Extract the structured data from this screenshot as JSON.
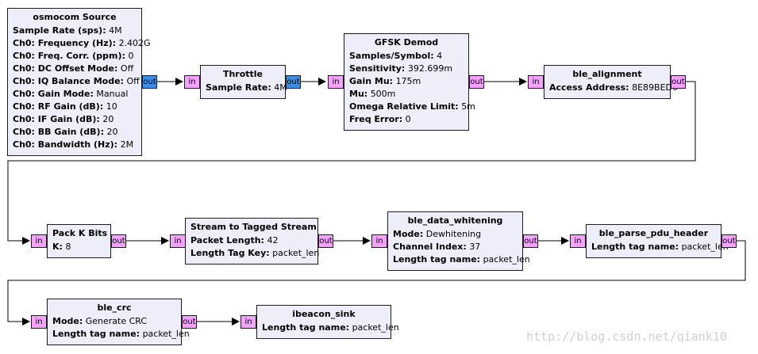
{
  "colors": {
    "block_fill": "#eeeefa",
    "stream_port": "#f5a2ff",
    "complex_port": "#3b8ee6",
    "wire": "#000000"
  },
  "blocks": {
    "osmocom_source": {
      "title": "osmocom Source",
      "params": [
        {
          "name": "Sample Rate (sps):",
          "value": "4M"
        },
        {
          "name": "Ch0: Frequency (Hz):",
          "value": "2.402G"
        },
        {
          "name": "Ch0: Freq. Corr. (ppm):",
          "value": "0"
        },
        {
          "name": "Ch0: DC Offset Mode:",
          "value": "Off"
        },
        {
          "name": "Ch0: IQ Balance Mode:",
          "value": "Off"
        },
        {
          "name": "Ch0: Gain Mode:",
          "value": "Manual"
        },
        {
          "name": "Ch0: RF Gain (dB):",
          "value": "10"
        },
        {
          "name": "Ch0: IF Gain (dB):",
          "value": "20"
        },
        {
          "name": "Ch0: BB Gain (dB):",
          "value": "20"
        },
        {
          "name": "Ch0: Bandwidth (Hz):",
          "value": "2M"
        }
      ],
      "out_label": "out"
    },
    "throttle": {
      "title": "Throttle",
      "params": [
        {
          "name": "Sample Rate:",
          "value": "4M"
        }
      ],
      "in_label": "in",
      "out_label": "out"
    },
    "gfsk_demod": {
      "title": "GFSK Demod",
      "params": [
        {
          "name": "Samples/Symbol:",
          "value": "4"
        },
        {
          "name": "Sensitivity:",
          "value": "392.699m"
        },
        {
          "name": "Gain Mu:",
          "value": "175m"
        },
        {
          "name": "Mu:",
          "value": "500m"
        },
        {
          "name": "Omega Relative Limit:",
          "value": "5m"
        },
        {
          "name": "Freq Error:",
          "value": "0"
        }
      ],
      "in_label": "in",
      "out_label": "out"
    },
    "ble_alignment": {
      "title": "ble_alignment",
      "params": [
        {
          "name": "Access Address:",
          "value": "8E89BED6"
        }
      ],
      "in_label": "in",
      "out_label": "out"
    },
    "pack_k_bits": {
      "title": "Pack K Bits",
      "params": [
        {
          "name": "K:",
          "value": "8"
        }
      ],
      "in_label": "in",
      "out_label": "out"
    },
    "stream_to_tagged": {
      "title": "Stream to Tagged Stream",
      "params": [
        {
          "name": "Packet Length:",
          "value": "42"
        },
        {
          "name": "Length Tag Key:",
          "value": "packet_len"
        }
      ],
      "in_label": "in",
      "out_label": "out"
    },
    "ble_data_whitening": {
      "title": "ble_data_whitening",
      "params": [
        {
          "name": "Mode:",
          "value": "Dewhitening"
        },
        {
          "name": "Channel Index:",
          "value": "37"
        },
        {
          "name": "Length tag name:",
          "value": "packet_len"
        }
      ],
      "in_label": "in",
      "out_label": "out"
    },
    "ble_parse_pdu_header": {
      "title": "ble_parse_pdu_header",
      "params": [
        {
          "name": "Length tag name:",
          "value": "packet_len"
        }
      ],
      "in_label": "in",
      "out_label": "out"
    },
    "ble_crc": {
      "title": "ble_crc",
      "params": [
        {
          "name": "Mode:",
          "value": "Generate CRC"
        },
        {
          "name": "Length tag name:",
          "value": "packet_len"
        }
      ],
      "in_label": "in",
      "out_label": "out"
    },
    "ibeacon_sink": {
      "title": "ibeacon_sink",
      "params": [
        {
          "name": "Length tag name:",
          "value": "packet_len"
        }
      ],
      "in_label": "in"
    }
  },
  "watermark": "http://blog.csdn.net/qiank10"
}
